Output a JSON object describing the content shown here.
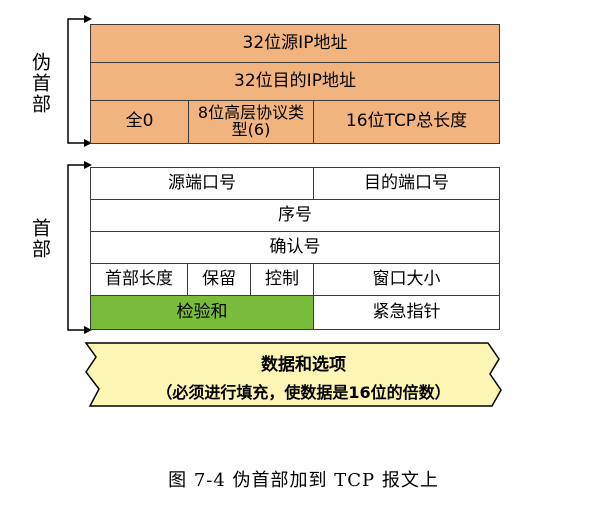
{
  "labels": {
    "pseudo_header": "伪首部",
    "header": "首部"
  },
  "pseudo_header": {
    "src_ip": "32位源IP地址",
    "dst_ip": "32位目的IP地址",
    "zero": "全0",
    "protocol": "8位高层协议类型(6)",
    "tcp_length": "16位TCP总长度"
  },
  "tcp_header": {
    "src_port": "源端口号",
    "dst_port": "目的端口号",
    "seq": "序号",
    "ack": "确认号",
    "header_len": "首部长度",
    "reserved": "保留",
    "control": "控制",
    "window": "窗口大小",
    "checksum": "检验和",
    "urgent": "紧急指针"
  },
  "data_block": {
    "title": "数据和选项",
    "note": "（必须进行填充，使数据是16位的倍数）"
  },
  "caption": "图 7-4   伪首部加到 TCP 报文上",
  "colors": {
    "pseudo_fill": "#f2b47e",
    "checksum_fill": "#79bb3a",
    "data_fill": "#fdf5b4"
  }
}
